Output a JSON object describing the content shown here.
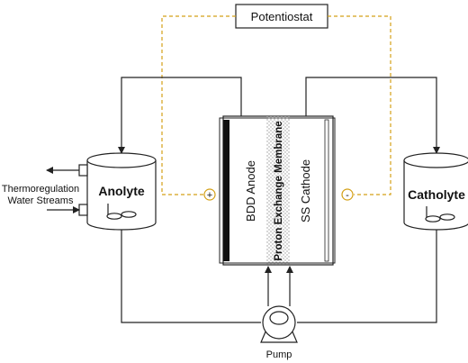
{
  "labels": {
    "potentiostat": "Potentiostat",
    "anolyte": "Anolyte",
    "catholyte": "Catholyte",
    "anode": "BDD Anode",
    "cathode": "SS Cathode",
    "membrane": "Proton Exchange Membrane",
    "thermo_line1": "Thermoregulation",
    "thermo_line2": "Water Streams",
    "pump": "Pump",
    "plus": "+",
    "minus": "-"
  },
  "colors": {
    "line": "#222222",
    "dashed_wire": "#d4a017",
    "electrode": "#111111",
    "membrane_dots": "#bbbbbb",
    "background": "#ffffff"
  },
  "icons": [
    "stirrer-icon",
    "pump-icon"
  ]
}
